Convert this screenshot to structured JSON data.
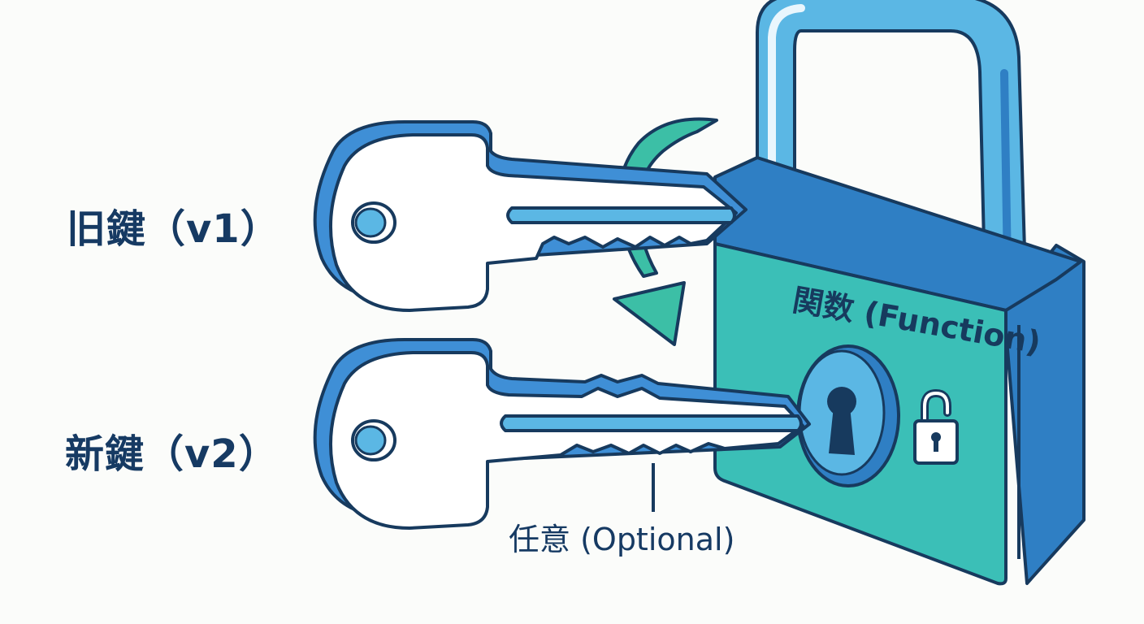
{
  "keys": [
    {
      "id": "old",
      "label": "旧鍵（v1）"
    },
    {
      "id": "new",
      "label": "新鍵（v2）"
    }
  ],
  "lock": {
    "label": "関数 (Function)"
  },
  "optional": {
    "label": "任意 (Optional)"
  },
  "icons": {
    "padlock": "padlock-icon",
    "key": "key-icon",
    "swap_arrow": "curved-arrow-icon",
    "unlocked": "unlocked-padlock-icon"
  },
  "colors": {
    "outline": "#173a5e",
    "key_fill": "#ffffff",
    "key_rim": "#3f8fd6",
    "shackle": "#5bb7e4",
    "lock_front": "#3bbfb7",
    "lock_side": "#2f7fc4",
    "arrow": "#3cbfa6",
    "text": "#163a63"
  }
}
